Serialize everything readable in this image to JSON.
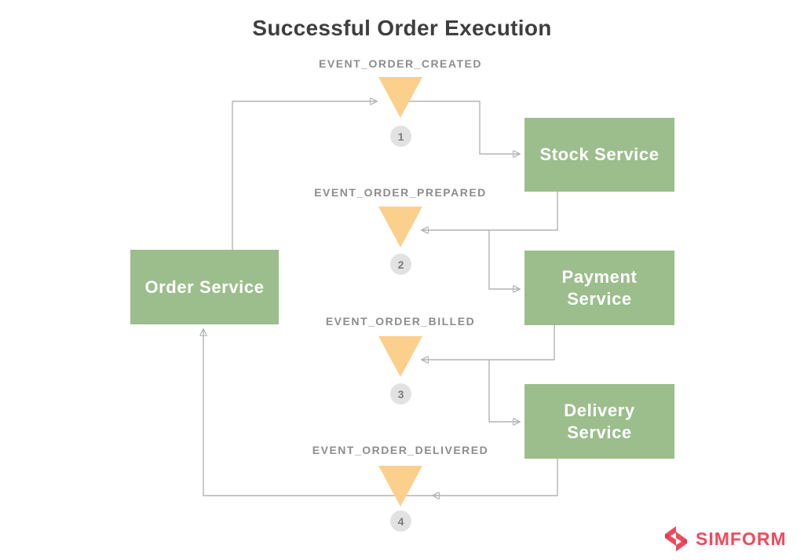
{
  "title": "Successful Order Execution",
  "services": [
    {
      "name": "Order Service"
    },
    {
      "name": "Stock Service"
    },
    {
      "name": "Payment Service"
    },
    {
      "name": "Delivery Service"
    }
  ],
  "events": [
    {
      "label": "EVENT_ORDER_CREATED",
      "number": "1"
    },
    {
      "label": "EVENT_ORDER_PREPARED",
      "number": "2"
    },
    {
      "label": "EVENT_ORDER_BILLED",
      "number": "3"
    },
    {
      "label": "EVENT_ORDER_DELIVERED",
      "number": "4"
    }
  ],
  "connections": [
    {
      "from": "Order Service",
      "to": "EVENT_ORDER_CREATED"
    },
    {
      "from": "EVENT_ORDER_CREATED",
      "to": "Stock Service"
    },
    {
      "from": "Stock Service",
      "to": "EVENT_ORDER_PREPARED"
    },
    {
      "from": "EVENT_ORDER_PREPARED",
      "to": "Payment Service"
    },
    {
      "from": "Payment Service",
      "to": "EVENT_ORDER_BILLED"
    },
    {
      "from": "EVENT_ORDER_BILLED",
      "to": "Delivery Service"
    },
    {
      "from": "Delivery Service",
      "to": "EVENT_ORDER_DELIVERED"
    },
    {
      "from": "EVENT_ORDER_DELIVERED",
      "to": "Order Service"
    }
  ],
  "colors": {
    "title_text": "#3f3f3f",
    "service_box": "#9cbe8d",
    "service_text": "#ffffff",
    "event_triangle": "#fbd08d",
    "event_label": "#8d8d8d",
    "step_circle_bg": "#e2e2e2",
    "step_circle_text": "#7c7c7c",
    "connector_line": "#b3b3b3",
    "arrowhead": "#8a8a8a",
    "logo": "#ef4a5c",
    "logo_accent": "#d63c4e"
  },
  "logo": {
    "text": "SIMFORM"
  }
}
